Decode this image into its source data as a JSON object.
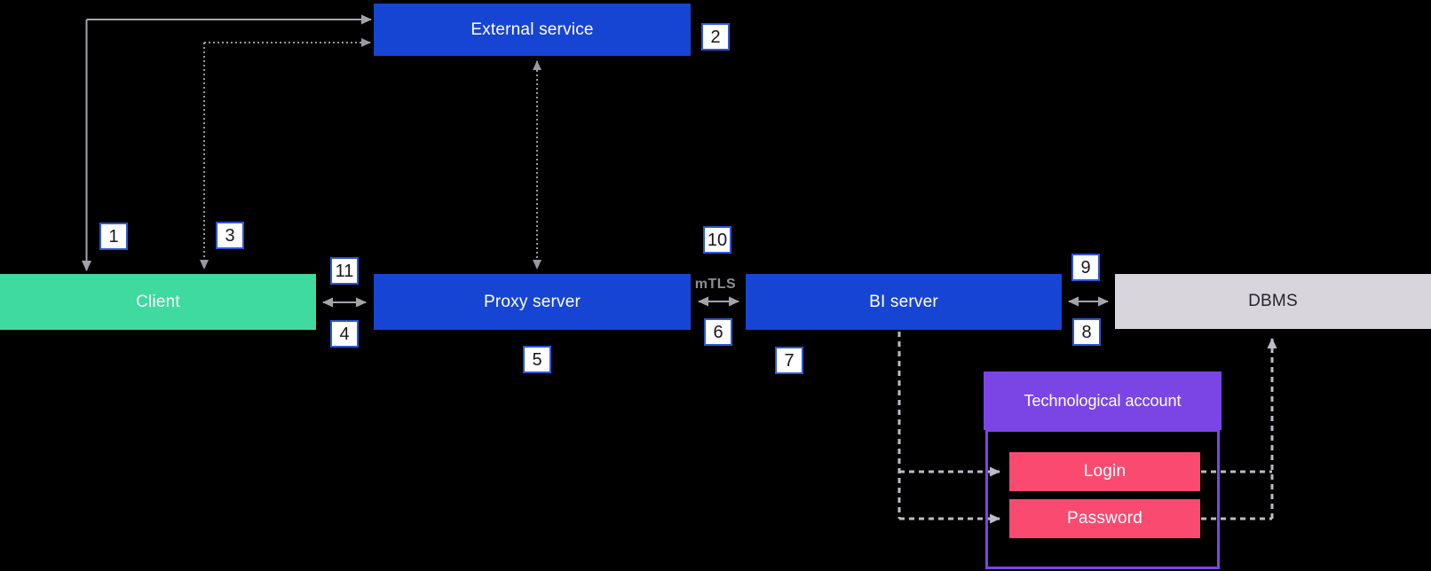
{
  "diagram": {
    "nodes": {
      "external_service": "External service",
      "client": "Client",
      "proxy_server": "Proxy server",
      "bi_server": "BI server",
      "dbms": "DBMS",
      "technological_account": "Technological account",
      "login": "Login",
      "password": "Password"
    },
    "connection_labels": {
      "mtls": "mTLS"
    },
    "steps": [
      "1",
      "2",
      "3",
      "4",
      "5",
      "6",
      "7",
      "8",
      "9",
      "10",
      "11"
    ],
    "colors": {
      "background": "#000000",
      "blue": "#1745d3",
      "green": "#3eda9f",
      "dbms-gray": "#d8d5dc",
      "dbms-text": "#24242e",
      "purple": "#7b45e6",
      "pink": "#fa4a70",
      "arrow-gray": "#a6a3ab",
      "dotted-gray": "#9a98a0",
      "dashed-gray": "#bdbbc3",
      "mtls-gray": "#8e8e94",
      "badge-border": "#2b57d8",
      "badge-text": "#17171c"
    }
  }
}
